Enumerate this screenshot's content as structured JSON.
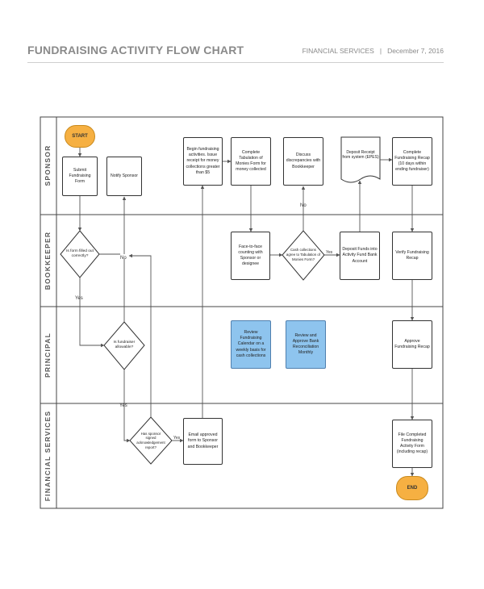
{
  "header": {
    "title": "FUNDRAISING ACTIVITY FLOW CHART",
    "department": "FINANCIAL SERVICES",
    "separator": "|",
    "date": "December 7, 2016"
  },
  "lanes": {
    "sponsor": "SPONSOR",
    "bookkeeper": "BOOKKEEPER",
    "principal": "PRINCIPAL",
    "financial_services": "FINANCIAL SERVICES"
  },
  "nodes": {
    "start": "START",
    "submit_form": "Submit Fundraising Form",
    "notify_sponsor": "Notify Sponsor",
    "begin_activities": "Begin fundraising activities. Issue receipt for money collections greater than $5",
    "complete_tabulation": "Complete Tabulation of Monies Form for money collected",
    "discuss_discrepancies": "Discuss discrepancies with Bookkeeper",
    "deposit_receipt": "Deposit Receipt from system (EPES)",
    "complete_recap": "Complete Fundraising Recap (10 days within ending fundraiser)",
    "form_filled": "Is form filled out correctly?",
    "face_to_face": "Face-to-face counting with Sponsor or designee",
    "cash_agree": "Cash collections agree to Tabulation of Monies Form?",
    "deposit_funds": "Deposit Funds into Activity Fund Bank Account",
    "verify_recap": "Verify Fundraising Recap",
    "fundraiser_allowable": "Is fundraiser allowable?",
    "review_calendar": "Review Fundraising Calendar on a weekly basis for cash collections",
    "review_bank": "Review and Approve Bank Reconciliation Monthly",
    "approve_recap": "Approve Fundraising Recap",
    "has_sponsor_signed": "Has sponsor signed acknowledgement report?",
    "email_form": "Email approved form to Sponsor and Bookkeeper",
    "file_recap": "File Completed Fundraising Activity Form (including recap)",
    "end": "END"
  },
  "edge_labels": {
    "form_no": "No",
    "form_yes": "Yes",
    "allow_yes": "Yes",
    "signed_yes": "Yes",
    "cash_no": "No",
    "cash_yes": "Yes"
  },
  "colors": {
    "terminator": "#f6b042",
    "highlight": "#8ec4ee",
    "lane_border": "#444444"
  }
}
